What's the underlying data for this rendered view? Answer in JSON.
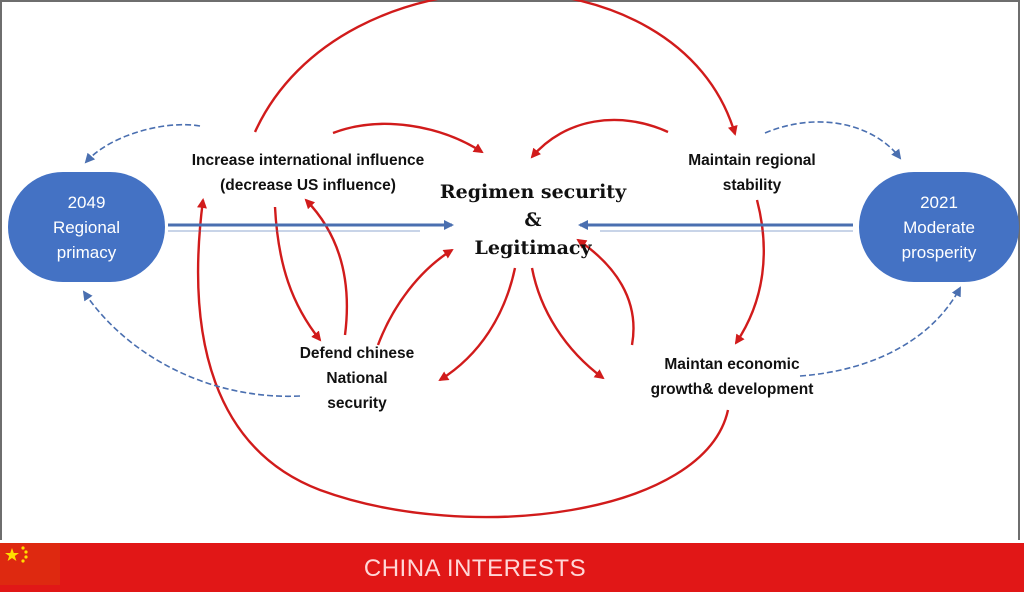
{
  "diagram": {
    "center": {
      "lines": [
        "Regimen security",
        "&",
        "Legitimacy"
      ]
    },
    "left_goal": {
      "lines": [
        "2049",
        "Regional",
        "primacy"
      ]
    },
    "right_goal": {
      "lines": [
        "2021",
        "Moderate",
        "prosperity"
      ]
    },
    "nodes": {
      "international_influence": [
        "Increase international influence",
        "(decrease US influence)"
      ],
      "regional_stability": [
        "Maintain regional",
        "stability"
      ],
      "national_security": [
        "Defend chinese",
        "National",
        "security"
      ],
      "economic_growth": [
        "Maintan economic",
        "growth& development"
      ]
    },
    "colors": {
      "goal_fill": "#4472c4",
      "red_arrows": "#d11b1b",
      "blue_arrows": "#4a6fb0",
      "footer_bar": "#e11717",
      "flag": "#de2910"
    }
  },
  "footer": {
    "title": "CHINA INTERESTS"
  }
}
